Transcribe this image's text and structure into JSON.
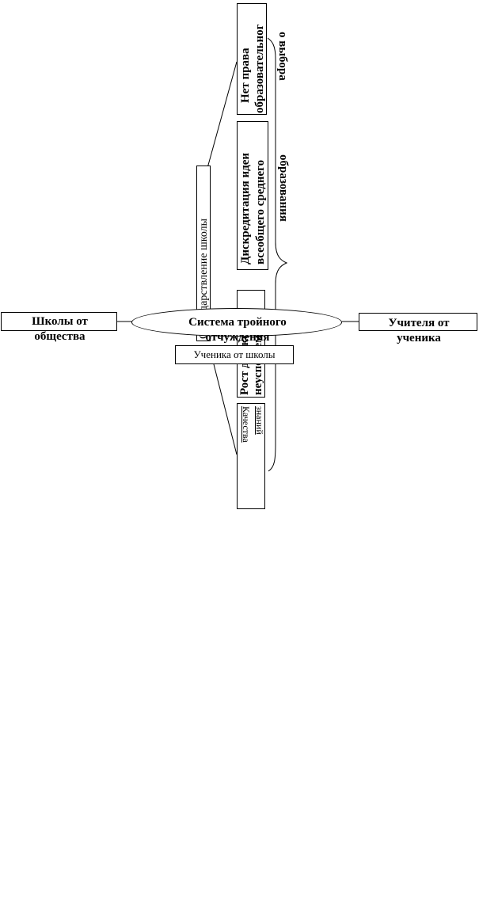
{
  "center": {
    "label_line1": "Система тройного",
    "label_line2": "отчуждения"
  },
  "left": {
    "line1": "Школы от",
    "line2": "общества"
  },
  "right": {
    "line1": "Учителя от",
    "line2": "ученика"
  },
  "bottom": {
    "label": "Ученика от школы"
  },
  "state": {
    "label": "Огосударствление школы"
  },
  "no_rights": {
    "line1": "Нет права",
    "line2": "образовательног",
    "line3": "о выбора"
  },
  "discredit": {
    "line1": "Дискредитация идеи",
    "line2": "всеобщего среднего",
    "line3": "образования"
  },
  "growth": {
    "line1": "Рост детской",
    "line2": "неуспеваемости"
  },
  "knowledge": {
    "line1": "Качества",
    "line2": "знаний"
  }
}
